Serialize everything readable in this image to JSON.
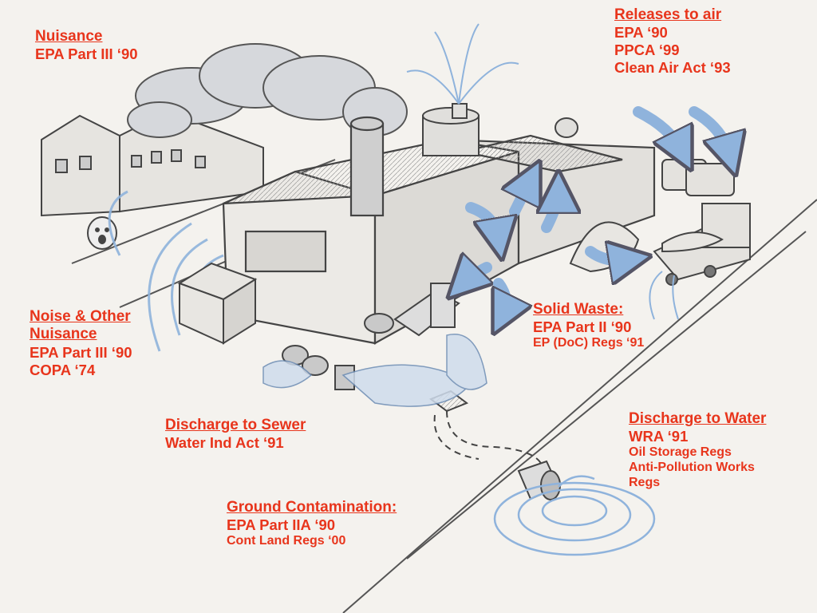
{
  "labels": {
    "releases_air": {
      "title": "Releases to air",
      "lines": [
        "EPA ‘90",
        "PPCA ‘99",
        "Clean Air Act ‘93"
      ]
    },
    "nuisance": {
      "title": "Nuisance",
      "lines": [
        "EPA Part III ‘90"
      ]
    },
    "noise": {
      "title_1": "Noise & Other",
      "title_2": "Nuisance",
      "lines": [
        "EPA Part III ‘90",
        "COPA ‘74"
      ]
    },
    "solid_waste": {
      "title": "Solid Waste:",
      "line": "EPA Part II ‘90",
      "small": "EP (DoC) Regs ‘91"
    },
    "sewer": {
      "title": "Discharge to Sewer",
      "line": "Water Ind Act ‘91"
    },
    "water": {
      "title": "Discharge to Water",
      "line": "WRA ‘91",
      "small": [
        "Oil Storage Regs",
        "Anti-Pollution Works",
        "Regs"
      ]
    },
    "ground": {
      "title": "Ground Contamination:",
      "line": "EPA Part IIA ‘90",
      "small": "Cont Land Regs ‘00"
    }
  },
  "colors": {
    "label": "#e8351c",
    "arrow": "#8fb3dc",
    "ink": "#444444",
    "background": "#f4f2ee"
  }
}
